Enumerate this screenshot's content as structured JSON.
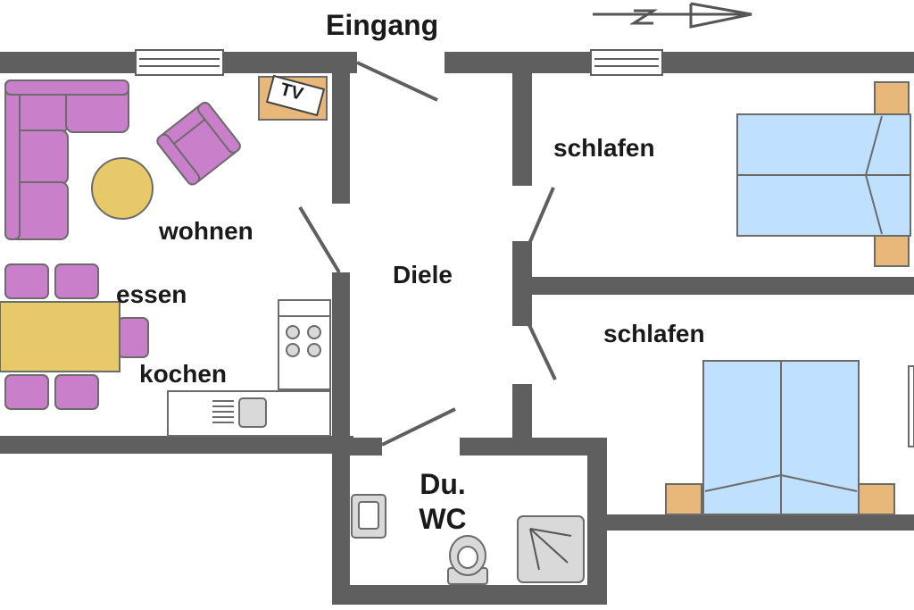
{
  "plan": {
    "entrance_label": "Eingang",
    "north_arrow_letter": "N",
    "tv_label": "TV",
    "rooms": {
      "wohnen": "wohnen",
      "essen": "essen",
      "kochen": "kochen",
      "diele": "Diele",
      "schlafen_1": "schlafen",
      "schlafen_2": "schlafen",
      "bath_line1": "Du.",
      "bath_line2": "WC"
    }
  },
  "colors": {
    "wall": "#5f5f5f",
    "sofa": "#c97fc9",
    "table": "#e8c96a",
    "bed": "#bfe0ff",
    "nightstand": "#e8b87a",
    "fixture": "#d9d9d9"
  }
}
